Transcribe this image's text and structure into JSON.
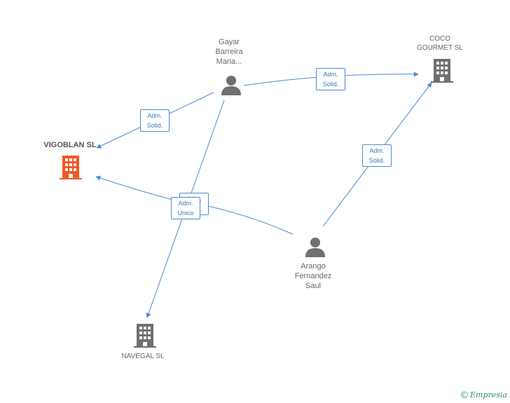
{
  "nodes": {
    "vigoblan": {
      "name": "VIGOBLAN SL",
      "type": "company",
      "color": "#f05a24"
    },
    "coco": {
      "name": "COCO\nGOURMET SL",
      "type": "company",
      "color": "#707070"
    },
    "navegal": {
      "name": "NAVEGAL SL",
      "type": "company",
      "color": "#707070"
    },
    "gayar": {
      "name": "Gayar\nBarreira\nMaria...",
      "type": "person",
      "color": "#707070"
    },
    "arango": {
      "name": "Arango\nFernandez\nSaul",
      "type": "person",
      "color": "#707070"
    }
  },
  "edges": [
    {
      "id": "gayar-vigoblan",
      "label": "Adm.\nSolid."
    },
    {
      "id": "gayar-coco",
      "label": "Adm.\nSolid."
    },
    {
      "id": "arango-coco",
      "label": "Adm.\nSolid."
    },
    {
      "id": "arango-vigoblan",
      "label": "Adm.\nSolid."
    },
    {
      "id": "gayar-navegal",
      "label": "Adm.\nUnico"
    }
  ],
  "colors": {
    "edge": "#4a8ad4",
    "accent": "#f05a24"
  },
  "credit": {
    "copyright": "©",
    "brand": "Empresia"
  }
}
